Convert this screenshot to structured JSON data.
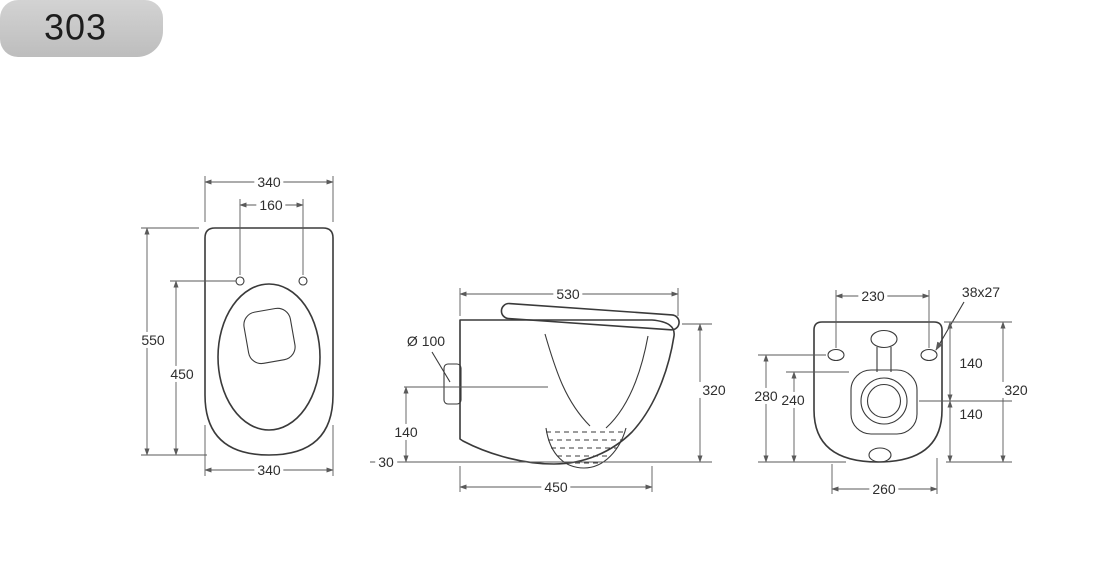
{
  "colors": {
    "line": "#3a3a3a",
    "dim_line": "#5a5a5a",
    "label_text": "#2e2e2e",
    "banner_bg": "#c7c7c7"
  },
  "header": {
    "model": "303"
  },
  "top_view": {
    "width_top": "340",
    "hole_spacing": "160",
    "overall_depth": "550",
    "inner_depth": "450",
    "width_bottom": "340"
  },
  "side_view": {
    "depth_top": "530",
    "outlet_diameter": "Ø 100",
    "outlet_height": "140",
    "floor_gap": "30",
    "height": "320",
    "depth_bottom": "450"
  },
  "rear_view": {
    "hole_spacing": "230",
    "hole_size": "38x27",
    "height_left": "280",
    "height_inner": "240",
    "top_to_center": "140",
    "overall_height": "320",
    "center_to_bottom": "140",
    "width_bottom": "260"
  }
}
